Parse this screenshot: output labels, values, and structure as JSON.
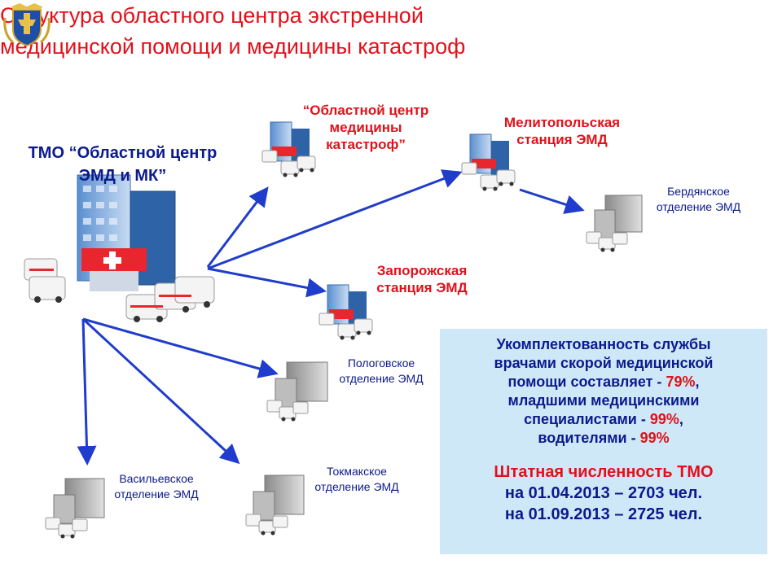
{
  "title": {
    "line1": "Структура областного центра экстренной",
    "line2": "медицинской помощи и медицины катастроф"
  },
  "colors": {
    "title": "#e3101a",
    "label_blue": "#0b1a8c",
    "arrow": "#1f3ccc",
    "infobox_bg": "#cfe8f8"
  },
  "icons": {
    "emblem": "coat-of-arms-icon",
    "hospital": "hospital-building-icon",
    "station": "ambulance-station-icon",
    "branch": "branch-building-icon"
  },
  "nodes": {
    "main": {
      "line1": "ТМО “Областной центр",
      "line2": "ЭМД и МК”"
    },
    "disaster": {
      "line1": "“Областной центр",
      "line2": "медицины",
      "line3": "катастроф”"
    },
    "melitopol": {
      "line1": "Мелитопольская",
      "line2": "станция ЭМД"
    },
    "berdyansk": {
      "line1": "Бердянское",
      "line2": "отделение ЭМД"
    },
    "zaporozhye": {
      "line1": "Запорожская",
      "line2": "станция ЭМД"
    },
    "pology": {
      "line1": "Пологовское",
      "line2": "отделение ЭМД"
    },
    "vasilyevka": {
      "line1": "Васильевское",
      "line2": "отделение ЭМД"
    },
    "tokmak": {
      "line1": "Токмакское",
      "line2": "отделение ЭМД"
    }
  },
  "info": {
    "l1": "Укомплектованность службы",
    "l2": "врачами скорой медицинской",
    "l3a": "помощи составляет - ",
    "l3b": "79%",
    "l3c": ",",
    "l4": "младшими медицинскими",
    "l5a": "специалистами - ",
    "l5b": "99%",
    "l5c": ",",
    "l6a": "водителями - ",
    "l6b": "99%",
    "staff_title": "Штатная численность ТМО",
    "date1": "на 01.04.2013 – 2703 чел.",
    "date2": "на 01.09.2013 – 2725 чел."
  }
}
